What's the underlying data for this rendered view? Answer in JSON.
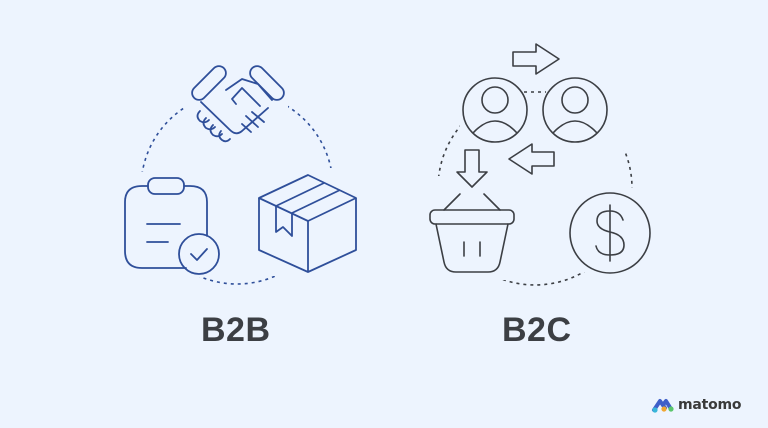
{
  "colors": {
    "background": "#edf4fe",
    "b2b_stroke": "#2f4f9a",
    "b2c_stroke": "#3c3f44",
    "label_text": "#3c3f44",
    "logo_text": "#3a3a3a",
    "logo_blue": "#3f5fc9",
    "logo_orange": "#f0a733",
    "logo_green": "#5bc66b",
    "logo_teal": "#38b6d9"
  },
  "b2b": {
    "label": "B2B",
    "icons": [
      "handshake-icon",
      "clipboard-check-icon",
      "package-box-icon"
    ]
  },
  "b2c": {
    "label": "B2C",
    "icons": [
      "arrow-right-icon",
      "user-circle-icon",
      "user-circle-icon",
      "arrow-left-icon",
      "arrow-down-icon",
      "shopping-basket-icon",
      "dollar-coin-icon"
    ]
  },
  "brand": {
    "name": "matomo"
  }
}
